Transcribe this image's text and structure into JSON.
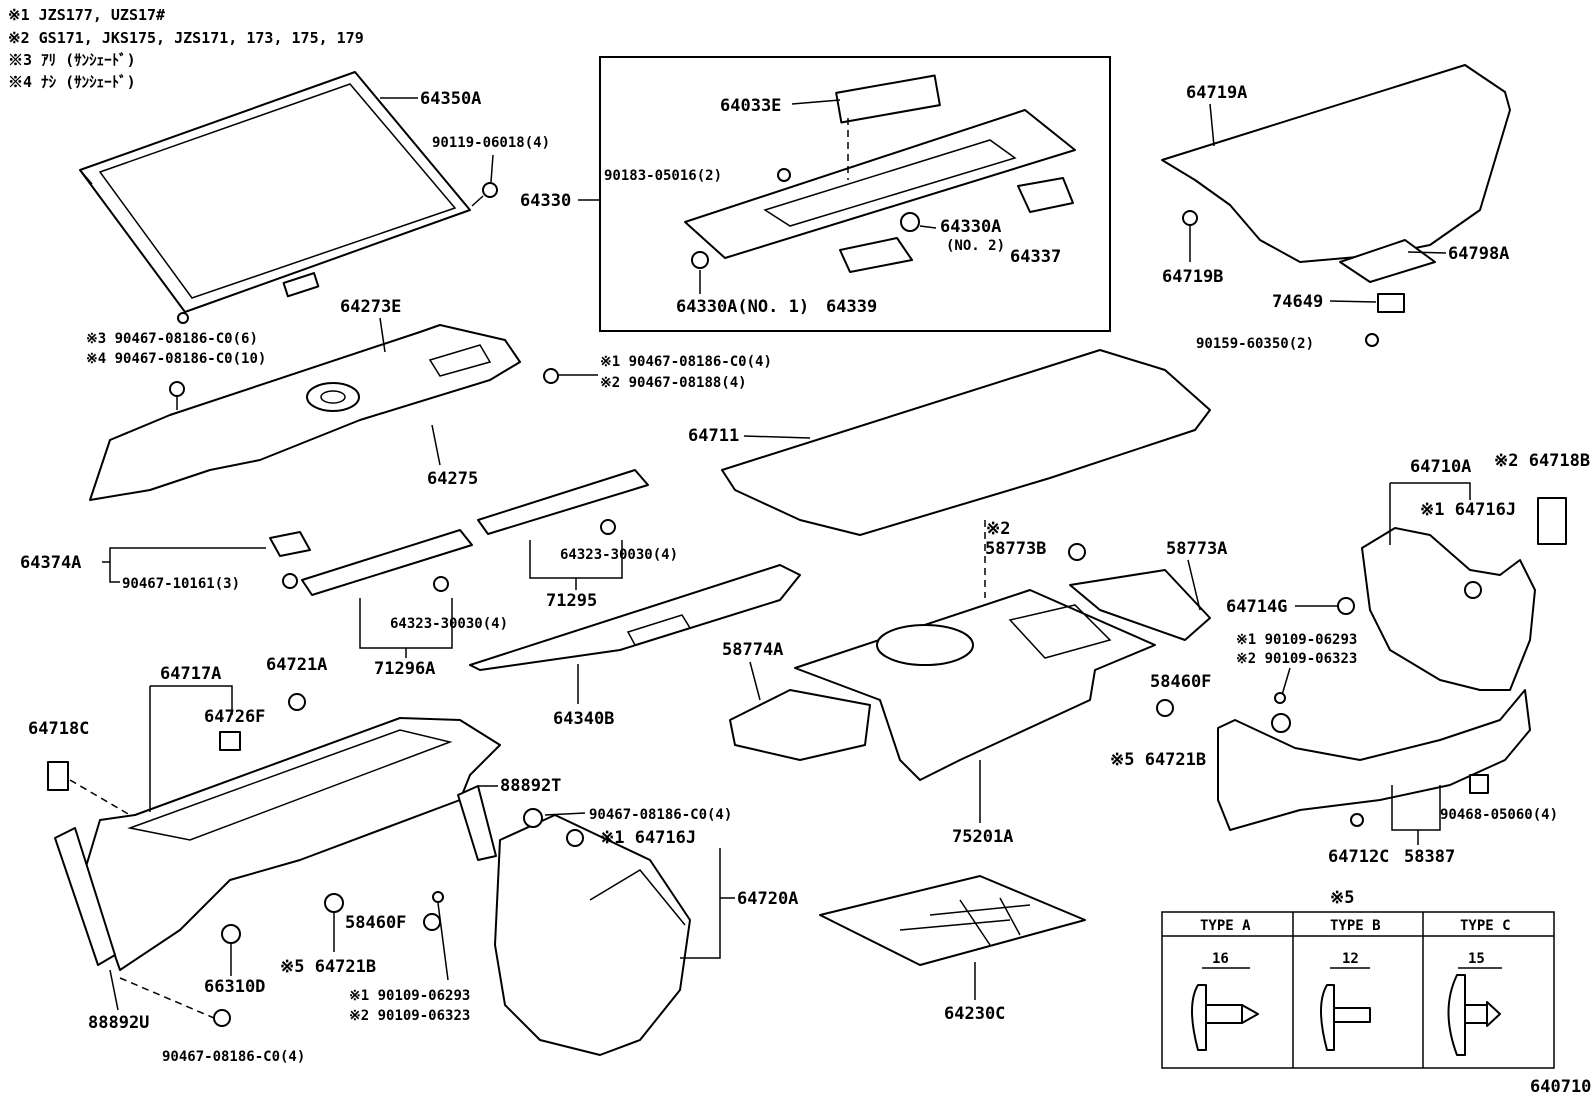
{
  "notes": [
    {
      "mark": "※1",
      "text": "JZS177, UZS17#"
    },
    {
      "mark": "※2",
      "text": "GS171, JKS175, JZS171, 173, 175, 179"
    },
    {
      "mark": "※3",
      "text": "ｱﾘ (ｻﾝｼｪｰﾄﾞ)"
    },
    {
      "mark": "※4",
      "text": "ﾅｼ (ｻﾝｼｪｰﾄﾞ)"
    }
  ],
  "labels": {
    "p64350A": "64350A",
    "p90119": "90119-06018(4)",
    "p64033E": "64033E",
    "p90183": "90183-05016(2)",
    "p64330": "64330",
    "p64330A2": "64330A",
    "p64330A2b": "(NO. 2)",
    "p64337": "64337",
    "p64330A1": "64330A(NO. 1)",
    "p64339": "64339",
    "p64719A": "64719A",
    "p64719B": "64719B",
    "p64798A": "64798A",
    "p74649": "74649",
    "p90159": "90159-60350(2)",
    "p64273E": "64273E",
    "p3_90467": "※3 90467-08186-C0(6)",
    "p4_90467": "※4 90467-08186-C0(10)",
    "p1_90467": "※1 90467-08186-C0(4)",
    "p2_90467": "※2 90467-08188(4)",
    "p64275": "64275",
    "p64711": "64711",
    "p64710A": "64710A",
    "p64718B": "※2 64718B",
    "p64716J_r": "※1 64716J",
    "p64374A": "64374A",
    "p90467_10161": "90467-10161(3)",
    "p64323_a": "64323-30030(4)",
    "p64323_b": "64323-30030(4)",
    "p71295": "71295",
    "p71296A": "71296A",
    "p58773B": "※2",
    "p58773Bb": "58773B",
    "p58773A": "58773A",
    "p64714G": "64714G",
    "p1_90109_r": "※1 90109-06293",
    "p2_90109_r": "※2 90109-06323",
    "p58460F_r": "58460F",
    "p64721B_r": "※5 64721B",
    "p64717A": "64717A",
    "p64721A": "64721A",
    "p64718C": "64718C",
    "p64726F": "64726F",
    "p88892T": "88892T",
    "p90467_mid": "90467-08186-C0(4)",
    "p64716J_m": "※1 64716J",
    "p64720A": "64720A",
    "p64340B": "64340B",
    "p58774A": "58774A",
    "p75201A": "75201A",
    "p90468": "90468-05060(4)",
    "p64712C": "64712C",
    "p58387": "58387",
    "p58460F_l": "58460F",
    "p64721B_l": "※5 64721B",
    "p1_90109_l": "※1 90109-06293",
    "p2_90109_l": "※2 90109-06323",
    "p66310D": "66310D",
    "p88892U": "88892U",
    "p90467_bot": "90467-08186-C0(4)",
    "p64230C": "64230C",
    "diagram_id": "640710"
  },
  "fastener_table": {
    "title": "※5",
    "types": [
      {
        "name": "TYPE A",
        "size": "16"
      },
      {
        "name": "TYPE B",
        "size": "12"
      },
      {
        "name": "TYPE C",
        "size": "15"
      }
    ]
  }
}
